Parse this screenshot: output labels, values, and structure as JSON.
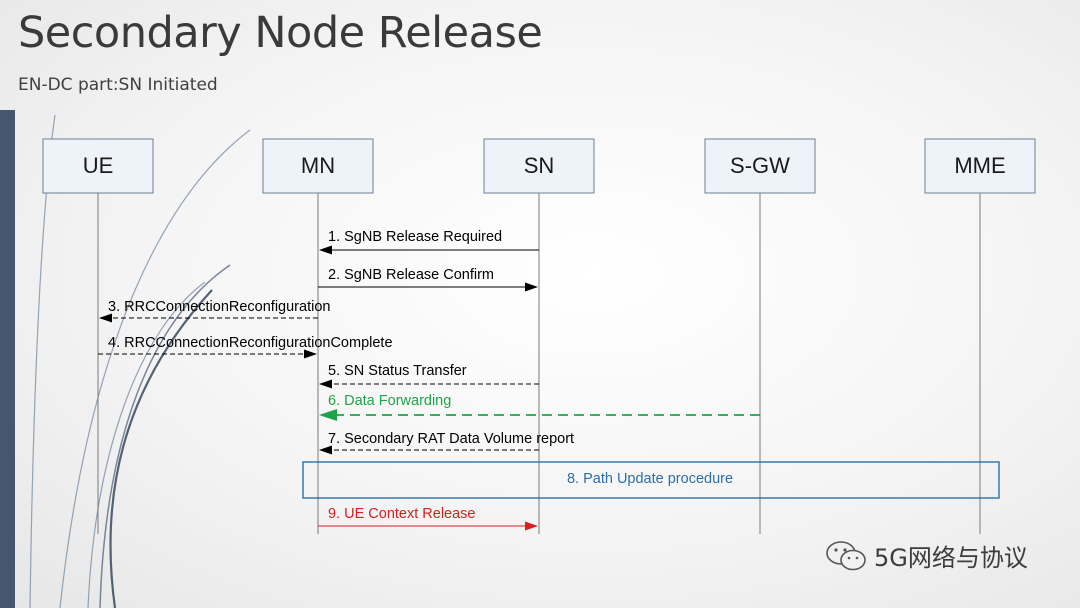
{
  "slide": {
    "title": "Secondary Node Release",
    "subtitle": "EN-DC part:SN Initiated"
  },
  "nodes": [
    {
      "id": "ue",
      "label": "UE"
    },
    {
      "id": "mn",
      "label": "MN"
    },
    {
      "id": "sn",
      "label": "SN"
    },
    {
      "id": "sgw",
      "label": "S-GW"
    },
    {
      "id": "mme",
      "label": "MME"
    }
  ],
  "messages": [
    {
      "label": "1. SgNB Release Required",
      "from": "sn",
      "to": "mn",
      "style": "solid",
      "color": "#000000"
    },
    {
      "label": "2. SgNB Release Confirm",
      "from": "mn",
      "to": "sn",
      "style": "solid",
      "color": "#000000"
    },
    {
      "label": "3. RRCConnectionReconfiguration",
      "from": "mn",
      "to": "ue",
      "style": "dashed",
      "color": "#000000"
    },
    {
      "label": "4. RRCConnectionReconfigurationComplete",
      "from": "ue",
      "to": "mn",
      "style": "dashed",
      "color": "#000000"
    },
    {
      "label": "5. SN Status Transfer",
      "from": "sn",
      "to": "mn",
      "style": "dashed",
      "color": "#000000"
    },
    {
      "label": "6. Data Forwarding",
      "from": "sgw",
      "to": "mn",
      "style": "dashed",
      "color": "#1fa34a"
    },
    {
      "label": "7. Secondary RAT Data Volume report",
      "from": "sn",
      "to": "mn",
      "style": "dashed",
      "color": "#000000"
    },
    {
      "label": "9. UE Context Release",
      "from": "mn",
      "to": "sn",
      "style": "solid",
      "color": "#d42020"
    }
  ],
  "procedure": {
    "label": "8. Path Update procedure",
    "color": "#2d6fa6"
  },
  "watermark": {
    "text": "5G网络与协议",
    "icon": "wechat-icon"
  }
}
